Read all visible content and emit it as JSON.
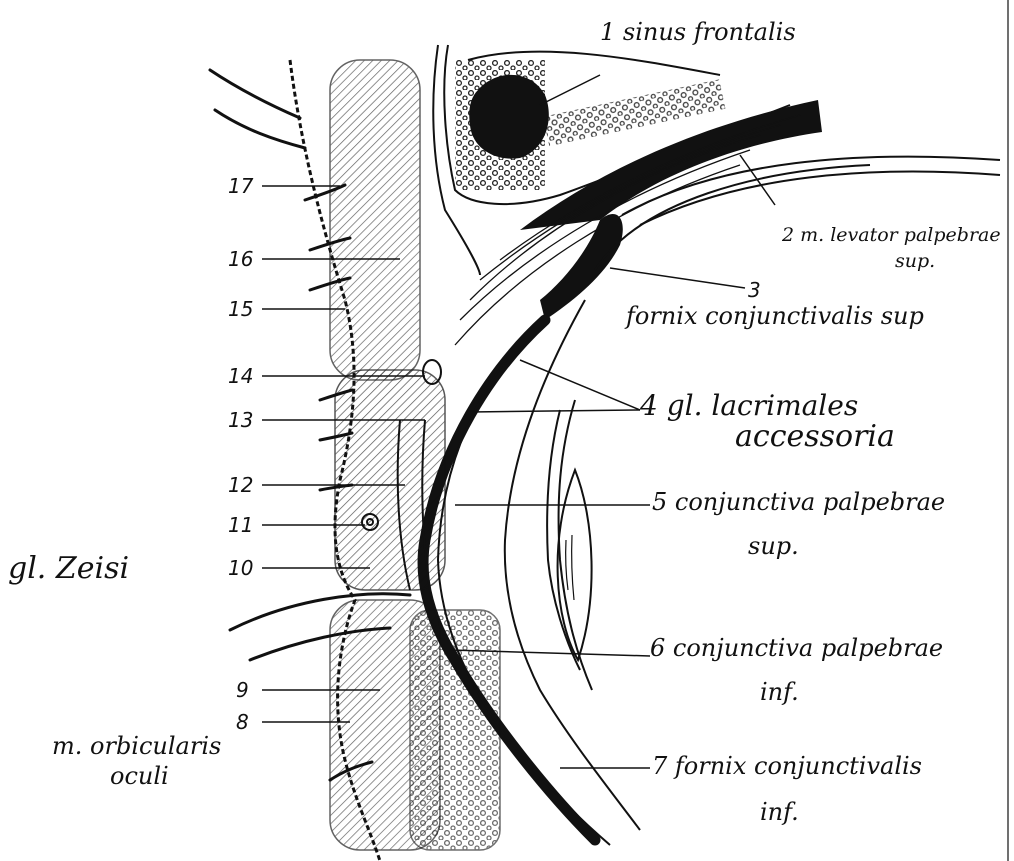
{
  "figure": {
    "left_numbers": [
      {
        "id": "17",
        "text": "17"
      },
      {
        "id": "16",
        "text": "16"
      },
      {
        "id": "15",
        "text": "15"
      },
      {
        "id": "14",
        "text": "14"
      },
      {
        "id": "13",
        "text": "13"
      },
      {
        "id": "12",
        "text": "12"
      },
      {
        "id": "11",
        "text": "11"
      },
      {
        "id": "10",
        "text": "10"
      },
      {
        "id": "9",
        "text": "9"
      },
      {
        "id": "8",
        "text": "8"
      }
    ],
    "side_notes": {
      "gl_zeisi": "gl. Zeisi",
      "orbicularis_line1": "m. orbicularis",
      "orbicularis_line2": "oculi"
    },
    "right_labels": {
      "l1": "1 sinus frontalis",
      "l2_line1": "2 m. levator palpebrae",
      "l2_line2": "sup.",
      "l3_num": "3",
      "l3_text": "fornix conjunctivalis sup",
      "l4_line1": "4 gl. lacrimales",
      "l4_line2": "accessoria",
      "l5_line1": "5 conjunctiva palpebrae",
      "l5_line2": "sup.",
      "l6_line1": "6 conjunctiva palpebrae",
      "l6_line2": "inf.",
      "l7_line1": "7 fornix conjunctivalis",
      "l7_line2": "inf."
    }
  }
}
